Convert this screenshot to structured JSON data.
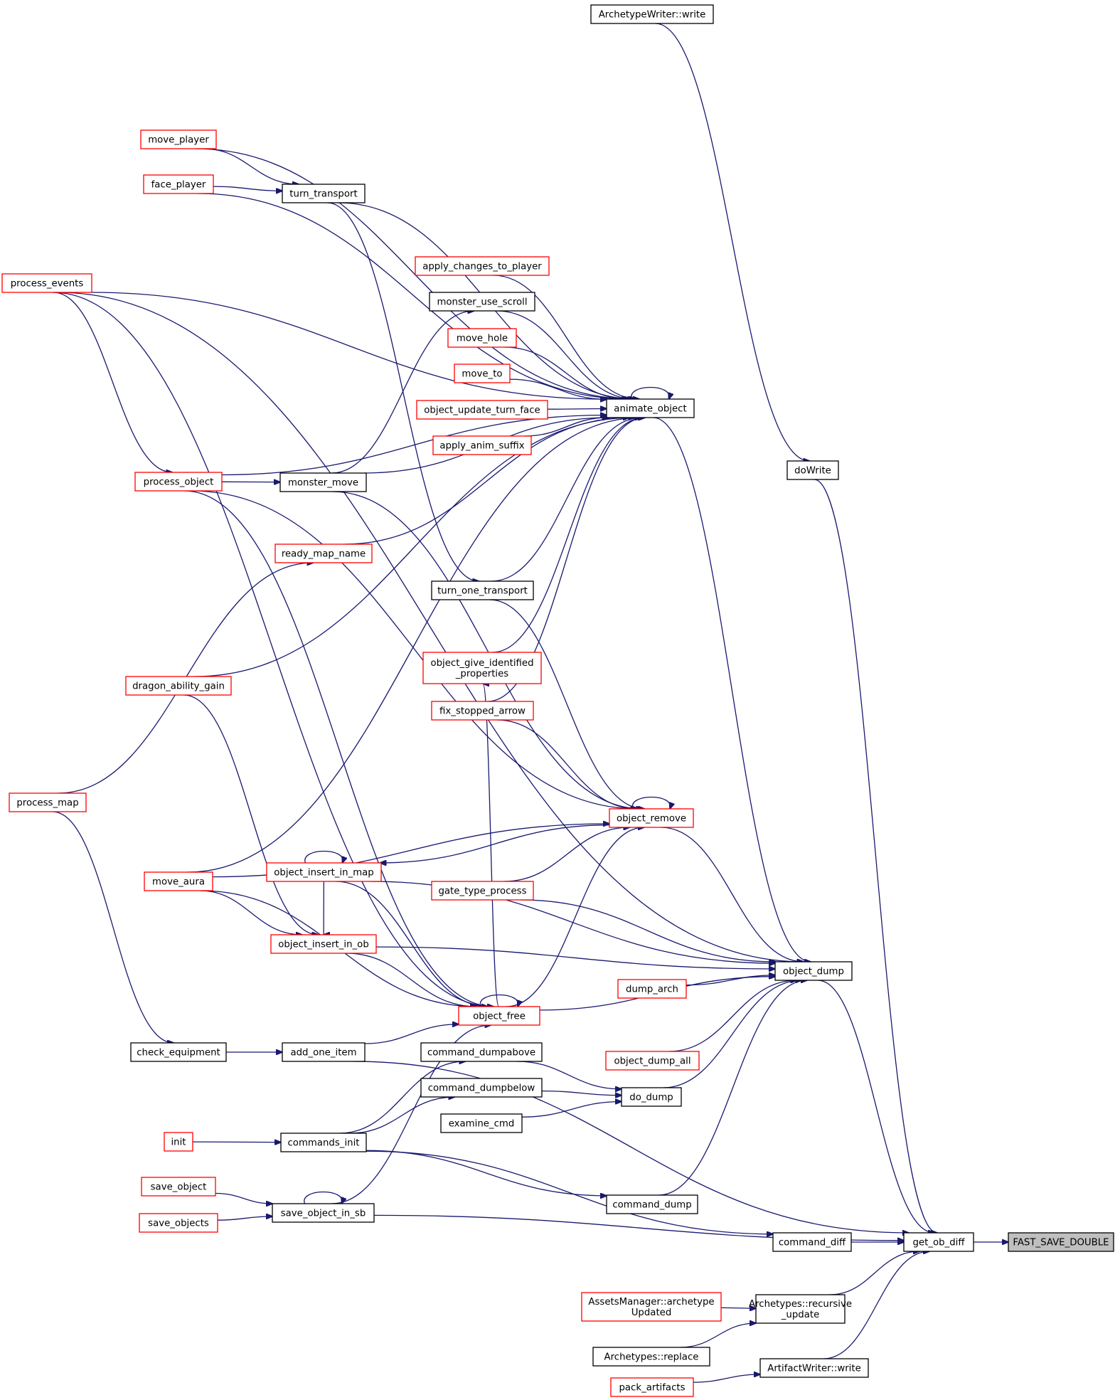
{
  "graph": {
    "root_node": "FAST_SAVE_DOUBLE",
    "edge_color": "#191970",
    "node_colors": {
      "normal_border": "#000000",
      "truncated_border": "#ff0000",
      "root_fill": "#bfbfbf"
    },
    "nodes": [
      {
        "id": "fast_save_double",
        "lines": [
          "FAST_SAVE_DOUBLE"
        ],
        "style": "root"
      },
      {
        "id": "get_ob_diff",
        "lines": [
          "get_ob_diff"
        ],
        "style": "black"
      },
      {
        "id": "object_dump",
        "lines": [
          "object_dump"
        ],
        "style": "black"
      },
      {
        "id": "command_diff",
        "lines": [
          "command_diff"
        ],
        "style": "black"
      },
      {
        "id": "archetypes_recursive_update",
        "lines": [
          "Archetypes::recursive",
          "_update"
        ],
        "style": "black"
      },
      {
        "id": "artifactwriter_write",
        "lines": [
          "ArtifactWriter::write"
        ],
        "style": "black"
      },
      {
        "id": "dowrite",
        "lines": [
          "doWrite"
        ],
        "style": "black"
      },
      {
        "id": "archetypewriter_write",
        "lines": [
          "ArchetypeWriter::write"
        ],
        "style": "black"
      },
      {
        "id": "animate_object",
        "lines": [
          "animate_object"
        ],
        "style": "black"
      },
      {
        "id": "object_remove",
        "lines": [
          "object_remove"
        ],
        "style": "red"
      },
      {
        "id": "object_free",
        "lines": [
          "object_free"
        ],
        "style": "red"
      },
      {
        "id": "dump_arch",
        "lines": [
          "dump_arch"
        ],
        "style": "red"
      },
      {
        "id": "object_dump_all",
        "lines": [
          "object_dump_all"
        ],
        "style": "red"
      },
      {
        "id": "do_dump",
        "lines": [
          "do_dump"
        ],
        "style": "black"
      },
      {
        "id": "command_dump",
        "lines": [
          "command_dump"
        ],
        "style": "black"
      },
      {
        "id": "command_dumpabove",
        "lines": [
          "command_dumpabove"
        ],
        "style": "black"
      },
      {
        "id": "command_dumpbelow",
        "lines": [
          "command_dumpbelow"
        ],
        "style": "black"
      },
      {
        "id": "examine_cmd",
        "lines": [
          "examine_cmd"
        ],
        "style": "black"
      },
      {
        "id": "gate_type_process",
        "lines": [
          "gate_type_process"
        ],
        "style": "red"
      },
      {
        "id": "fix_stopped_arrow",
        "lines": [
          "fix_stopped_arrow"
        ],
        "style": "red"
      },
      {
        "id": "object_give_identified_properties",
        "lines": [
          "object_give_identified",
          "_properties"
        ],
        "style": "red"
      },
      {
        "id": "turn_one_transport",
        "lines": [
          "turn_one_transport"
        ],
        "style": "black"
      },
      {
        "id": "apply_changes_to_player",
        "lines": [
          "apply_changes_to_player"
        ],
        "style": "red"
      },
      {
        "id": "monster_use_scroll",
        "lines": [
          "monster_use_scroll"
        ],
        "style": "black"
      },
      {
        "id": "move_hole",
        "lines": [
          "move_hole"
        ],
        "style": "red"
      },
      {
        "id": "move_to",
        "lines": [
          "move_to"
        ],
        "style": "red"
      },
      {
        "id": "object_update_turn_face",
        "lines": [
          "object_update_turn_face"
        ],
        "style": "red"
      },
      {
        "id": "apply_anim_suffix",
        "lines": [
          "apply_anim_suffix"
        ],
        "style": "red"
      },
      {
        "id": "object_insert_in_map",
        "lines": [
          "object_insert_in_map"
        ],
        "style": "red"
      },
      {
        "id": "object_insert_in_ob",
        "lines": [
          "object_insert_in_ob"
        ],
        "style": "red"
      },
      {
        "id": "add_one_item",
        "lines": [
          "add_one_item"
        ],
        "style": "black"
      },
      {
        "id": "commands_init",
        "lines": [
          "commands_init"
        ],
        "style": "black"
      },
      {
        "id": "save_object_in_sb",
        "lines": [
          "save_object_in_sb"
        ],
        "style": "black"
      },
      {
        "id": "monster_move",
        "lines": [
          "monster_move"
        ],
        "style": "black"
      },
      {
        "id": "ready_map_name",
        "lines": [
          "ready_map_name"
        ],
        "style": "red"
      },
      {
        "id": "turn_transport",
        "lines": [
          "turn_transport"
        ],
        "style": "black"
      },
      {
        "id": "move_player",
        "lines": [
          "move_player"
        ],
        "style": "red"
      },
      {
        "id": "face_player",
        "lines": [
          "face_player"
        ],
        "style": "red"
      },
      {
        "id": "process_events",
        "lines": [
          "process_events"
        ],
        "style": "red"
      },
      {
        "id": "process_object",
        "lines": [
          "process_object"
        ],
        "style": "red"
      },
      {
        "id": "dragon_ability_gain",
        "lines": [
          "dragon_ability_gain"
        ],
        "style": "red"
      },
      {
        "id": "process_map",
        "lines": [
          "process_map"
        ],
        "style": "red"
      },
      {
        "id": "move_aura",
        "lines": [
          "move_aura"
        ],
        "style": "red"
      },
      {
        "id": "check_equipment",
        "lines": [
          "check_equipment"
        ],
        "style": "black"
      },
      {
        "id": "init",
        "lines": [
          "init"
        ],
        "style": "red"
      },
      {
        "id": "save_object",
        "lines": [
          "save_object"
        ],
        "style": "red"
      },
      {
        "id": "save_objects",
        "lines": [
          "save_objects"
        ],
        "style": "red"
      },
      {
        "id": "assetsmanager_archetypeupdated",
        "lines": [
          "AssetsManager::archetype",
          "Updated"
        ],
        "style": "red"
      },
      {
        "id": "archetypes_replace",
        "lines": [
          "Archetypes::replace"
        ],
        "style": "black"
      },
      {
        "id": "pack_artifacts",
        "lines": [
          "pack_artifacts"
        ],
        "style": "red"
      }
    ],
    "edges": [
      [
        "get_ob_diff",
        "fast_save_double"
      ],
      [
        "object_dump",
        "get_ob_diff"
      ],
      [
        "command_diff",
        "get_ob_diff"
      ],
      [
        "archetypes_recursive_update",
        "get_ob_diff"
      ],
      [
        "artifactwriter_write",
        "get_ob_diff"
      ],
      [
        "dowrite",
        "get_ob_diff"
      ],
      [
        "add_one_item",
        "get_ob_diff"
      ],
      [
        "save_object_in_sb",
        "get_ob_diff"
      ],
      [
        "archetypewriter_write",
        "dowrite"
      ],
      [
        "animate_object",
        "object_dump"
      ],
      [
        "object_remove",
        "object_dump"
      ],
      [
        "object_free",
        "object_dump"
      ],
      [
        "dump_arch",
        "object_dump"
      ],
      [
        "object_dump_all",
        "object_dump"
      ],
      [
        "do_dump",
        "object_dump"
      ],
      [
        "command_dump",
        "object_dump"
      ],
      [
        "gate_type_process",
        "object_dump"
      ],
      [
        "object_insert_in_map",
        "object_dump"
      ],
      [
        "object_insert_in_ob",
        "object_dump"
      ],
      [
        "process_events",
        "object_dump"
      ],
      [
        "commands_init",
        "command_diff"
      ],
      [
        "assetsmanager_archetypeupdated",
        "archetypes_recursive_update"
      ],
      [
        "archetypes_replace",
        "archetypes_recursive_update"
      ],
      [
        "pack_artifacts",
        "artifactwriter_write"
      ],
      [
        "command_dumpabove",
        "do_dump"
      ],
      [
        "command_dumpbelow",
        "do_dump"
      ],
      [
        "examine_cmd",
        "do_dump"
      ],
      [
        "commands_init",
        "command_dump"
      ],
      [
        "commands_init",
        "command_dumpabove"
      ],
      [
        "commands_init",
        "command_dumpbelow"
      ],
      [
        "init",
        "commands_init"
      ],
      [
        "save_object",
        "save_object_in_sb"
      ],
      [
        "save_objects",
        "save_object_in_sb"
      ],
      [
        "save_object_in_sb",
        "save_object_in_sb"
      ],
      [
        "check_equipment",
        "add_one_item"
      ],
      [
        "process_map",
        "check_equipment"
      ],
      [
        "object_free",
        "object_free"
      ],
      [
        "object_free",
        "object_remove"
      ],
      [
        "object_free",
        "object_give_identified_properties"
      ],
      [
        "object_insert_in_map",
        "object_free"
      ],
      [
        "object_insert_in_ob",
        "object_free"
      ],
      [
        "move_aura",
        "object_free"
      ],
      [
        "add_one_item",
        "object_free"
      ],
      [
        "save_object_in_sb",
        "object_free"
      ],
      [
        "process_events",
        "object_free"
      ],
      [
        "process_object",
        "object_free"
      ],
      [
        "object_remove",
        "object_remove"
      ],
      [
        "object_remove",
        "object_insert_in_map"
      ],
      [
        "fix_stopped_arrow",
        "object_remove"
      ],
      [
        "turn_one_transport",
        "object_remove"
      ],
      [
        "gate_type_process",
        "object_remove"
      ],
      [
        "move_aura",
        "object_remove"
      ],
      [
        "monster_move",
        "object_remove"
      ],
      [
        "process_object",
        "object_remove"
      ],
      [
        "object_insert_in_map",
        "object_insert_in_map"
      ],
      [
        "object_insert_in_map",
        "object_insert_in_ob"
      ],
      [
        "move_aura",
        "object_insert_in_ob"
      ],
      [
        "dragon_ability_gain",
        "object_insert_in_ob"
      ],
      [
        "animate_object",
        "animate_object"
      ],
      [
        "apply_changes_to_player",
        "animate_object"
      ],
      [
        "monster_use_scroll",
        "animate_object"
      ],
      [
        "move_hole",
        "animate_object"
      ],
      [
        "move_to",
        "animate_object"
      ],
      [
        "object_update_turn_face",
        "animate_object"
      ],
      [
        "apply_anim_suffix",
        "animate_object"
      ],
      [
        "monster_move",
        "animate_object"
      ],
      [
        "ready_map_name",
        "animate_object"
      ],
      [
        "turn_one_transport",
        "animate_object"
      ],
      [
        "object_give_identified_properties",
        "animate_object"
      ],
      [
        "fix_stopped_arrow",
        "animate_object"
      ],
      [
        "dragon_ability_gain",
        "animate_object"
      ],
      [
        "move_aura",
        "animate_object"
      ],
      [
        "turn_transport",
        "animate_object"
      ],
      [
        "move_player",
        "animate_object"
      ],
      [
        "face_player",
        "animate_object"
      ],
      [
        "process_events",
        "animate_object"
      ],
      [
        "process_object",
        "animate_object"
      ],
      [
        "monster_move",
        "monster_use_scroll"
      ],
      [
        "process_object",
        "monster_move"
      ],
      [
        "process_map",
        "ready_map_name"
      ],
      [
        "turn_transport",
        "turn_one_transport"
      ],
      [
        "move_player",
        "turn_transport"
      ],
      [
        "face_player",
        "turn_transport"
      ],
      [
        "process_events",
        "process_object"
      ]
    ]
  }
}
